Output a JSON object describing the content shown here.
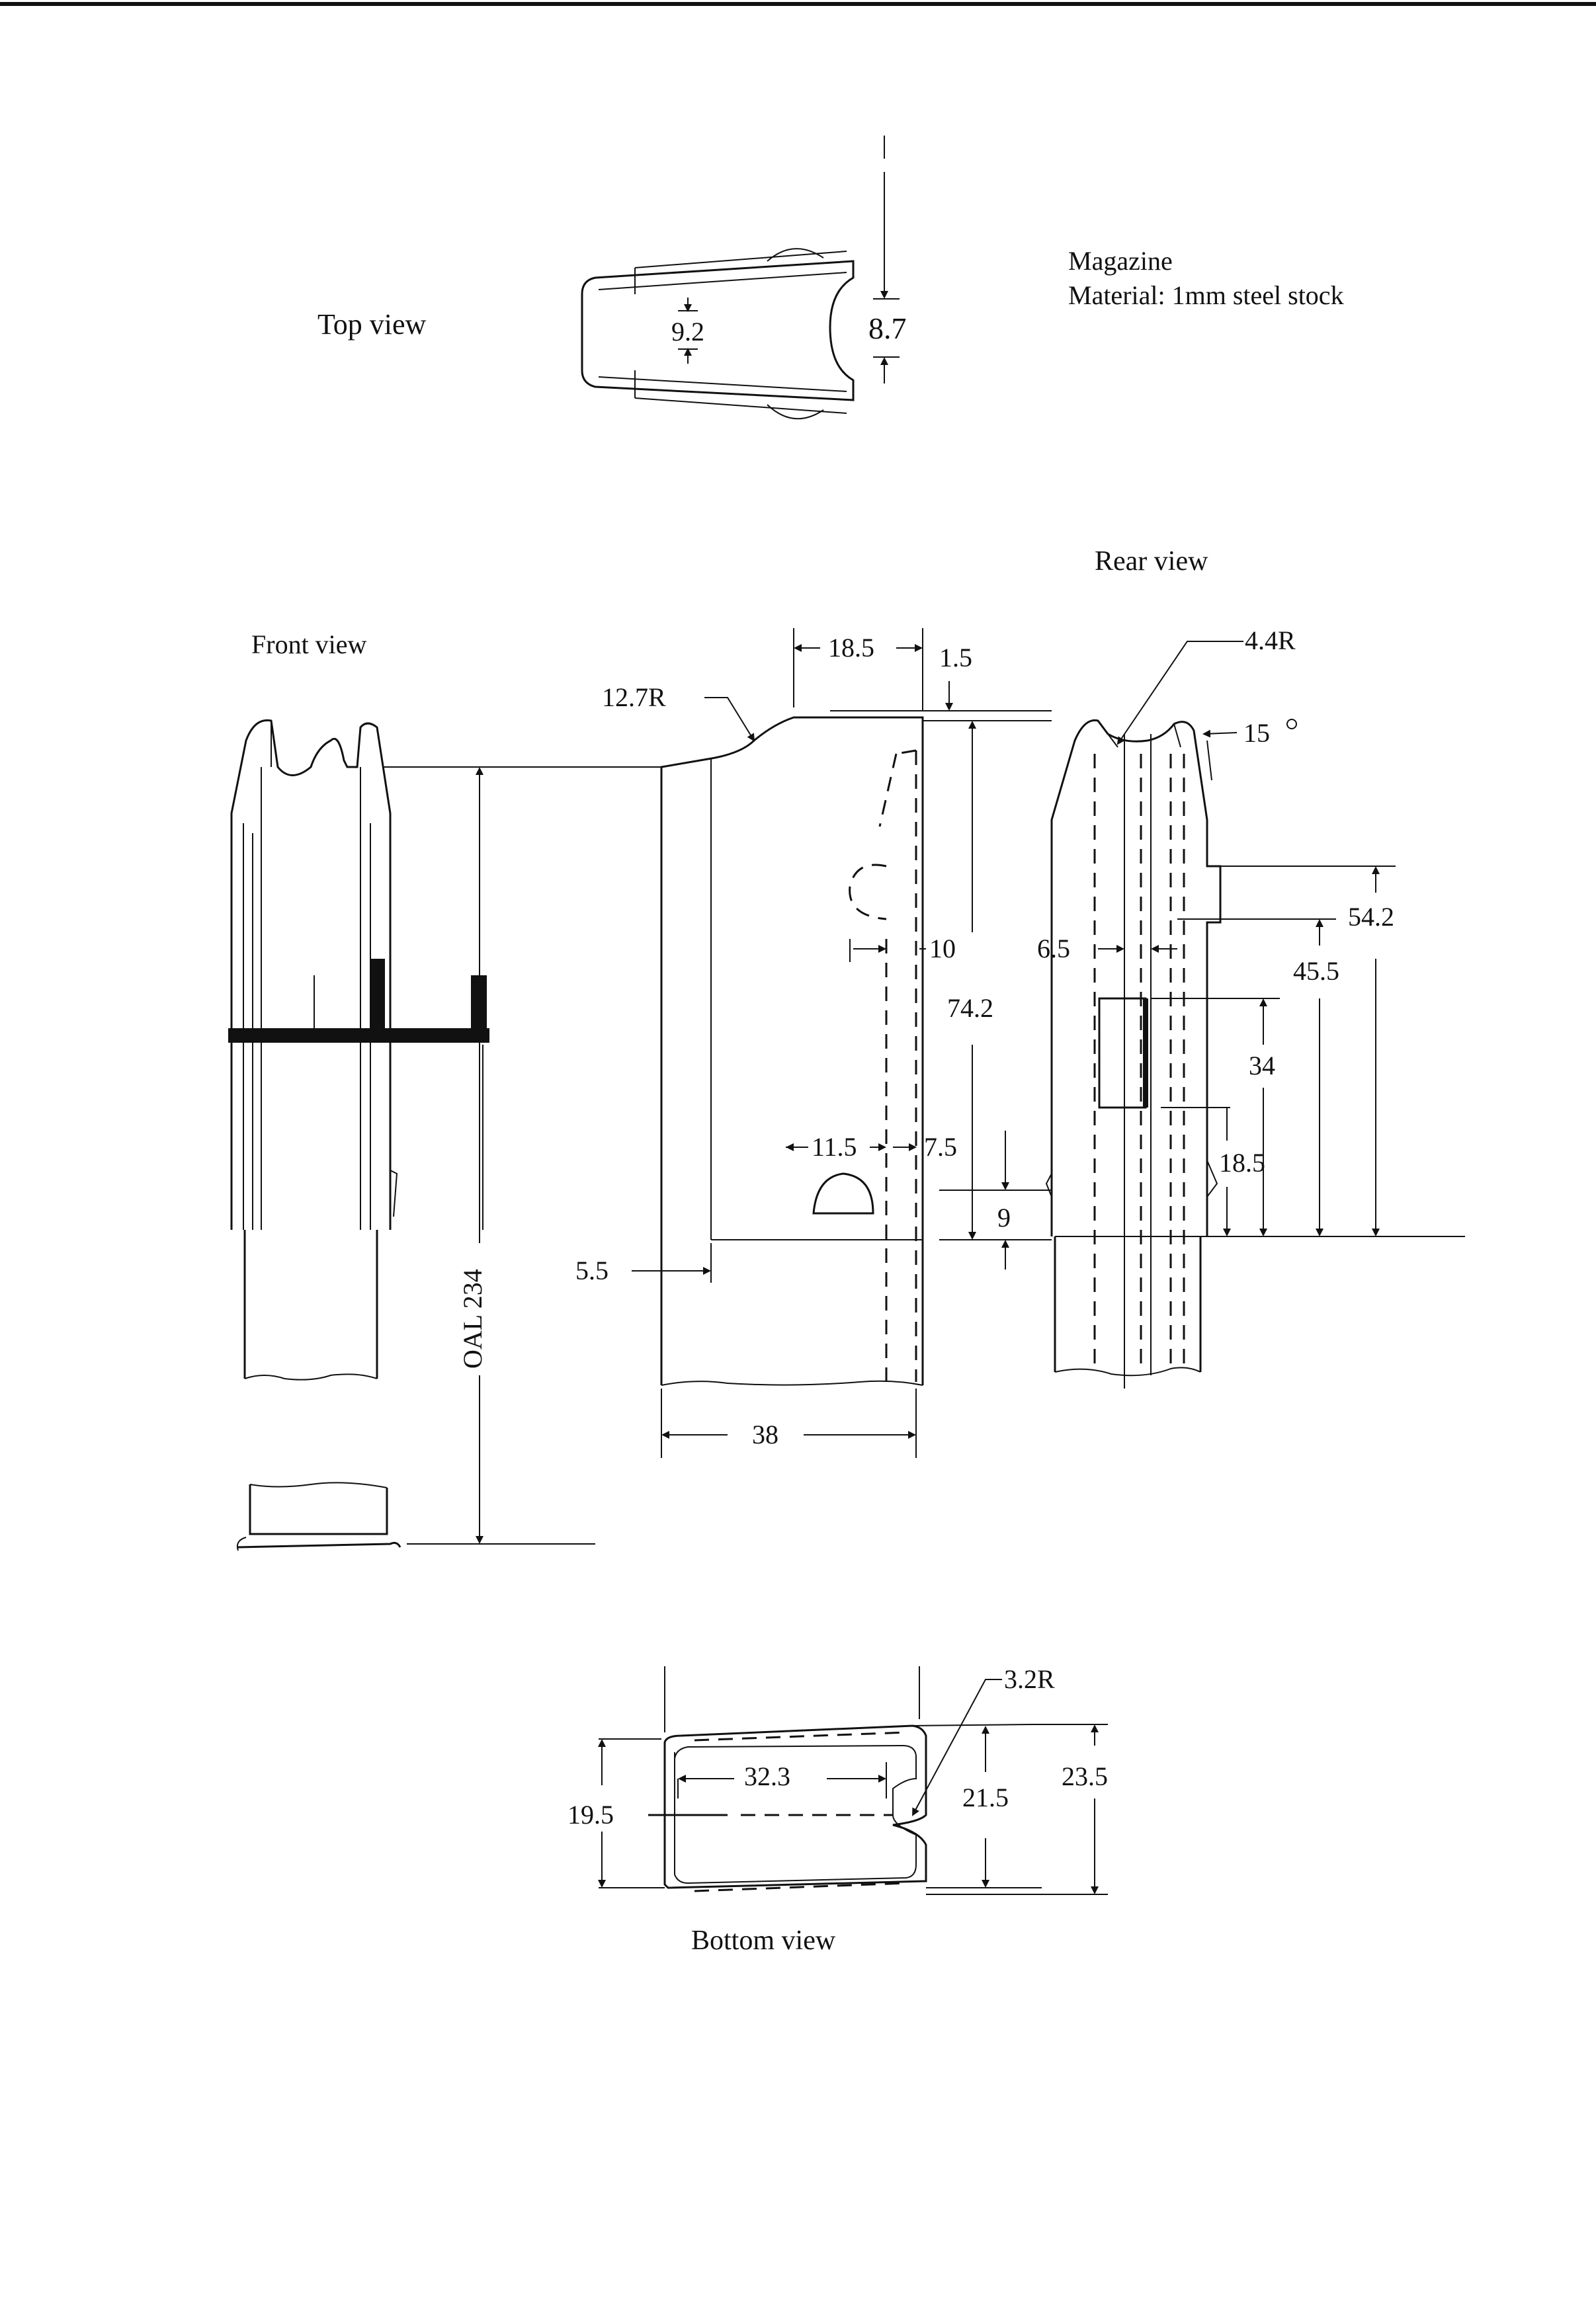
{
  "notes": {
    "title": "Magazine",
    "material": "Material: 1mm steel stock"
  },
  "views": {
    "top": "Top view",
    "front": "Front view",
    "rear": "Rear view",
    "bottom": "Bottom view"
  },
  "dimensions": {
    "top_9_2": "9.2",
    "top_87": "8.7",
    "d_18_5_top": "18.5",
    "d_1_5": "1.5",
    "r_12_7": "12.7R",
    "d_10": "10",
    "d_74_2": "74.2",
    "d_11_5": "11.5",
    "d_7_5": "7.5",
    "d_9": "9",
    "d_5_5": "5.5",
    "d_38": "38",
    "oal": "OAL 234",
    "r_4_4": "4.4R",
    "angle_15": "15",
    "d_6_5": "6.5",
    "d_54_2": "54.2",
    "d_45_5": "45.5",
    "d_34": "34",
    "d_18_5_rear": "18.5",
    "r_3_2": "3.2R",
    "d_32_3": "32.3",
    "d_19_5": "19.5",
    "d_21_5": "21.5",
    "d_23_5": "23.5"
  }
}
